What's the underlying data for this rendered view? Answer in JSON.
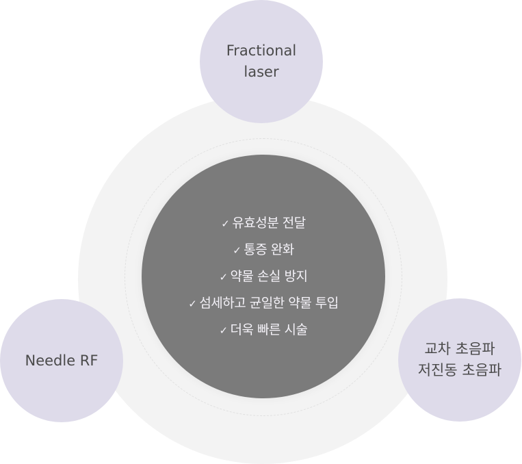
{
  "center": {
    "items": [
      "유효성분 전달",
      "통증 완화",
      "약물 손실 방지",
      "섬세하고 균일한 약물 투입",
      "더욱 빠른 시술"
    ],
    "check_icon": "✓"
  },
  "nodes": {
    "top": {
      "lines": [
        "Fractional",
        "laser"
      ]
    },
    "left": {
      "lines": [
        "Needle RF"
      ]
    },
    "right": {
      "lines": [
        "교차 초음파",
        "저진동 초음파"
      ]
    }
  },
  "colors": {
    "core": "#7b7b7b",
    "node": "#dedbea",
    "outer": "#f3f3f3"
  }
}
